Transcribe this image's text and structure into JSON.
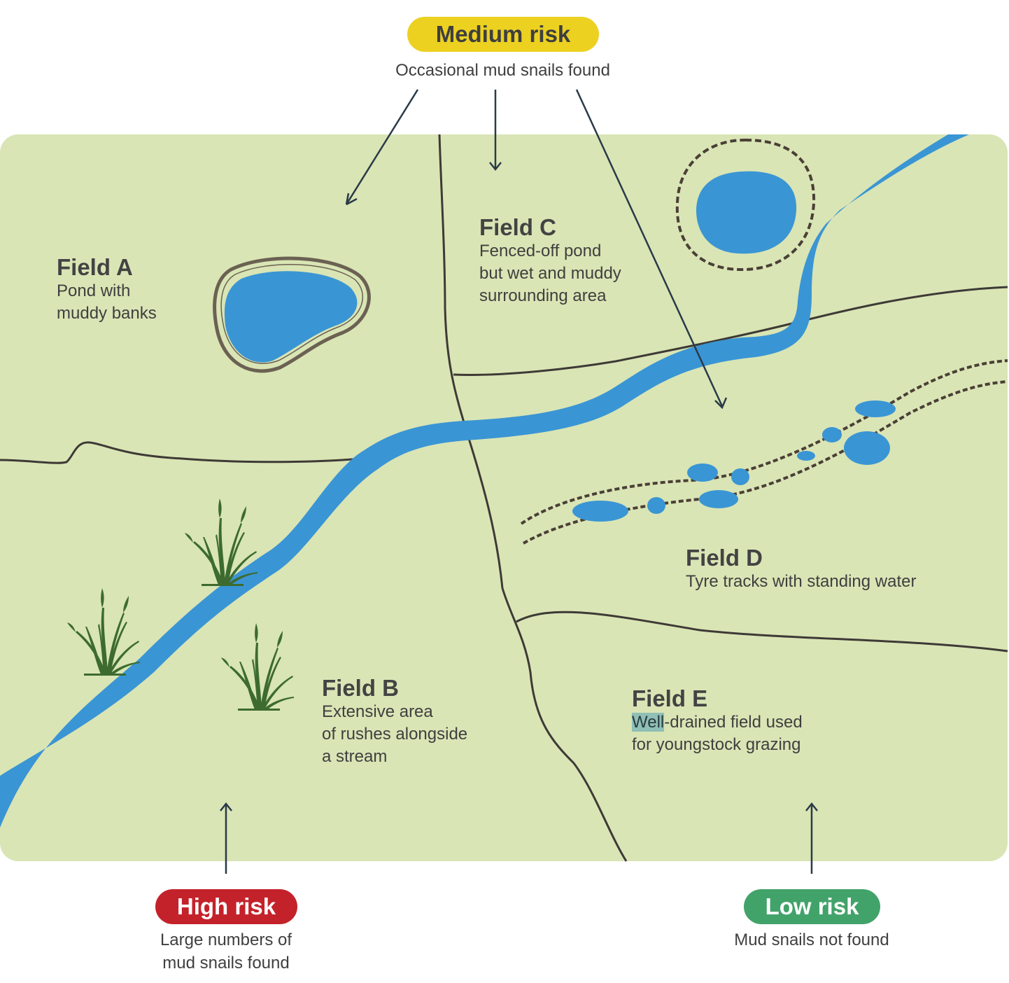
{
  "colors": {
    "field": "#d9e5b5",
    "water": "#3a95d4",
    "boundary": "#3e3a36",
    "mud": "#6b6152",
    "track": "#4a3f36",
    "reeds": "#3d6b2f",
    "arrow": "#2a3a48",
    "medium": "#ecd121",
    "high": "#c4222a",
    "low": "#42a36a"
  },
  "legend": {
    "medium": {
      "label": "Medium risk",
      "caption": "Occasional mud snails found"
    },
    "high": {
      "label": "High risk",
      "caption": "Large numbers of\nmud snails found"
    },
    "low": {
      "label": "Low risk",
      "caption": "Mud snails not found"
    }
  },
  "fields": [
    {
      "id": "A",
      "title": "Field A",
      "desc": "Pond with\nmuddy banks",
      "risk": "medium"
    },
    {
      "id": "B",
      "title": "Field B",
      "desc": "Extensive area\nof rushes alongside\na stream",
      "risk": "high"
    },
    {
      "id": "C",
      "title": "Field C",
      "desc": "Fenced-off pond\nbut wet and muddy\nsurrounding area",
      "risk": "medium"
    },
    {
      "id": "D",
      "title": "Field D",
      "desc": "Tyre tracks with standing water",
      "risk": "medium"
    },
    {
      "id": "E",
      "title": "Field E",
      "desc_highlight": "Well",
      "desc_rest": "-drained field used\nfor youngstock grazing",
      "risk": "low"
    }
  ],
  "icons": [
    "pond-icon",
    "fenced-pond-icon",
    "stream-icon",
    "reeds-icon",
    "tyre-tracks-icon",
    "arrow-icon"
  ]
}
